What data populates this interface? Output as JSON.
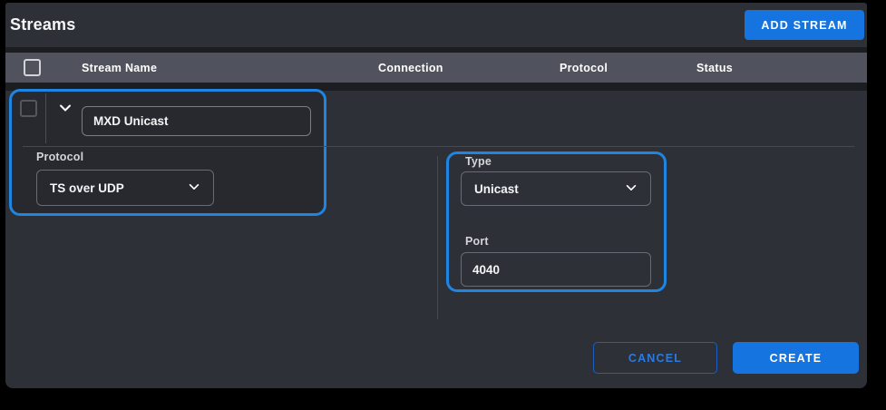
{
  "window": {
    "title": "Streams"
  },
  "toolbar": {
    "add_stream_label": "ADD STREAM"
  },
  "table": {
    "columns": [
      "Stream Name",
      "Connection",
      "Protocol",
      "Status"
    ]
  },
  "stream_row": {
    "name_value": "MXD Unicast"
  },
  "details": {
    "protocol": {
      "label": "Protocol",
      "value": "TS over UDP"
    },
    "type": {
      "label": "Type",
      "value": "Unicast"
    },
    "port": {
      "label": "Port",
      "value": "4040"
    }
  },
  "footer": {
    "cancel_label": "CANCEL",
    "create_label": "CREATE"
  },
  "icons": {
    "expander": "chevron-down",
    "dropdown": "chevron-down"
  },
  "colors": {
    "accent_blue": "#1574e0",
    "highlight_blue": "#1e86e2",
    "header_row_bg": "#50535e",
    "panel_bg": "#2e3037"
  }
}
